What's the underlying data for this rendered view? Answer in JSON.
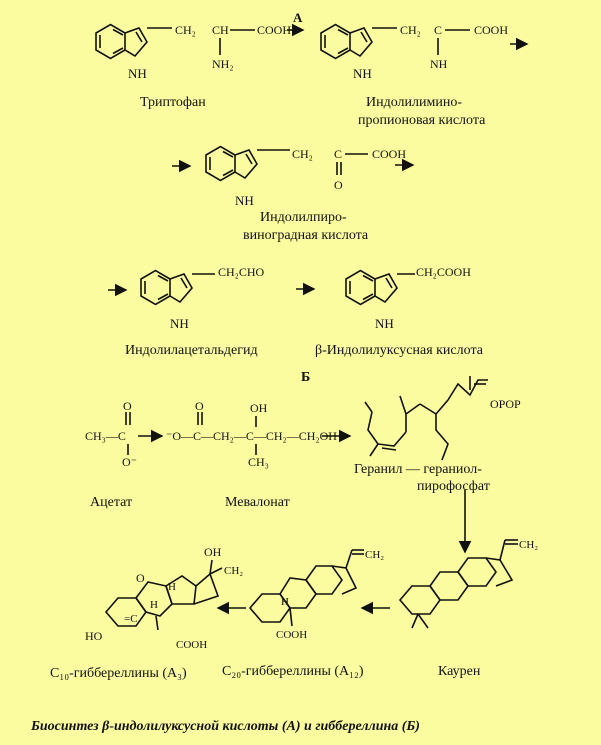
{
  "section_a": "А",
  "section_b": "Б",
  "compounds": {
    "tryptophan": "Триптофан",
    "indolylimino_1": "Индолилимино-",
    "indolylimino_2": "пропионовая кислота",
    "indolylpyro_1": "Индолилпиро-",
    "indolylpyro_2": "виноградная кислота",
    "indolylacetaldehyde": "Индолилацетальдегид",
    "iaa": "β-Индолилуксусная кислота",
    "acetate": "Ацетат",
    "mevalonate": "Мевалонат",
    "ggpp_1": "Геранил — гераниол-",
    "ggpp_2": "пирофосфат",
    "kaurene": "Каурен",
    "c20_gib": "C₂₀-гиббереллины (A₁₂)",
    "c10_gib": "C₁₀-гиббереллины (A₃)"
  },
  "formula": {
    "ch2": "CH₂",
    "ch": "CH",
    "c": "C",
    "cooh": "COOH",
    "nh2": "NH₂",
    "nh": "NH",
    "o": "O",
    "ch2cho": "CH₂CHO",
    "ch2cooh": "CH₂COOH",
    "ch3": "CH₃",
    "oh": "OH",
    "opop": "OPOP",
    "ho": "HO",
    "h": "H",
    "ch3c": "CH₃—C",
    "o_minus": "O⁻",
    "o_c": "⁻O—C—CH₂—C—CH₂—CH₂OH",
    "eq_c": "=C"
  },
  "caption": "Биосинтез β-индолилуксусной кислоты (А) и гиббереллина (Б)"
}
